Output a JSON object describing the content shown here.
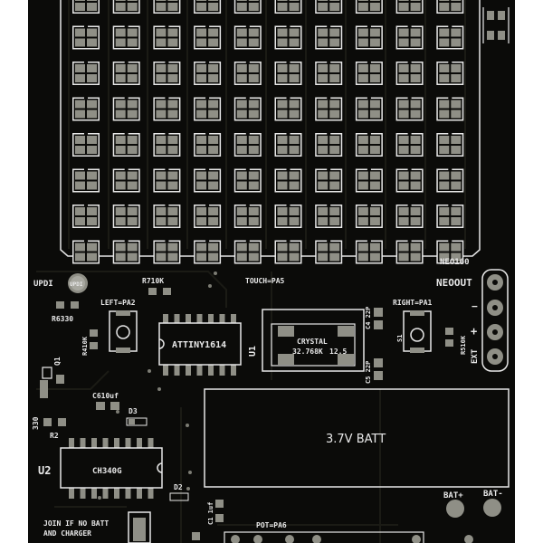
{
  "labels": {
    "neo160": "NEO160",
    "neoout": "NEOOUT",
    "updi": "UPDI",
    "updi_pad": "UPDI",
    "r7": "R7",
    "r7_val": "10K",
    "touch": "TOUCH=PA5",
    "left": "LEFT=PA2",
    "right": "RIGHT=PA1",
    "r6": "R6",
    "r6_val": "330",
    "r4": "R4",
    "r4_val": "10K",
    "r5": "R5",
    "r5_val": "10K",
    "mcu": "ATTINY1614",
    "u1": "U1",
    "crystal_title": "CRYSTAL",
    "crystal_val": "32.768K",
    "crystal_val2": "12.5",
    "c22_top": "C4 22P",
    "c22_bottom": "C5 22P",
    "s1": "S1",
    "q1": "Q1",
    "c6": "C6",
    "c6_val": "10uf",
    "d3": "D3",
    "r330": "330",
    "r2": "R2",
    "u2": "U2",
    "ch340g": "CH340G",
    "d2": "D2",
    "c1uf": "C1 1uf",
    "batt": "3.7V BATT",
    "bat_plus": "BAT+",
    "bat_minus": "BAT-",
    "join_note_1": "JOIN IF NO BATT",
    "join_note_2": "AND CHARGER",
    "pot": "POT=PA6",
    "ext": "EXT",
    "minus": "−",
    "plus": "+"
  },
  "colors": {
    "background": "#ffffff",
    "board": "#0b0b09",
    "copper": "#161611",
    "pad": "#8f8f86",
    "pad_light": "#a8a8a0",
    "silkscreen": "#e8e8e8",
    "via": "#7d7d74"
  },
  "led_matrix": {
    "rows": 8,
    "columns": 10
  }
}
